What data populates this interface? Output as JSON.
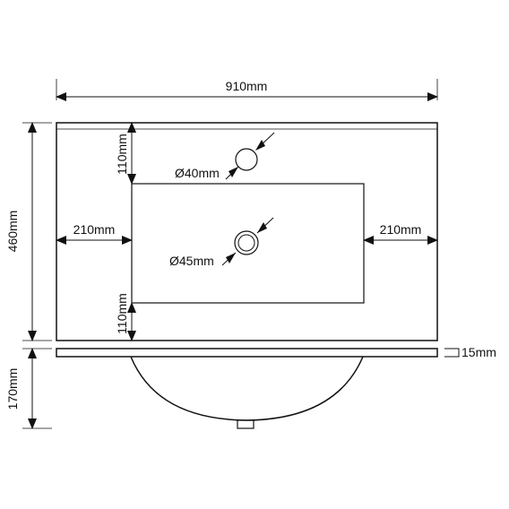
{
  "drawing": {
    "overall_width": "910mm",
    "overall_depth": "460mm",
    "left_margin": "210mm",
    "right_margin": "210mm",
    "top_margin": "110mm",
    "bottom_margin": "110mm",
    "tap_hole": "Ø40mm",
    "drain_hole": "Ø45mm",
    "slab_thickness": "15mm",
    "bowl_depth": "170mm"
  },
  "colors": {
    "line": "#111111",
    "background": "#ffffff"
  }
}
